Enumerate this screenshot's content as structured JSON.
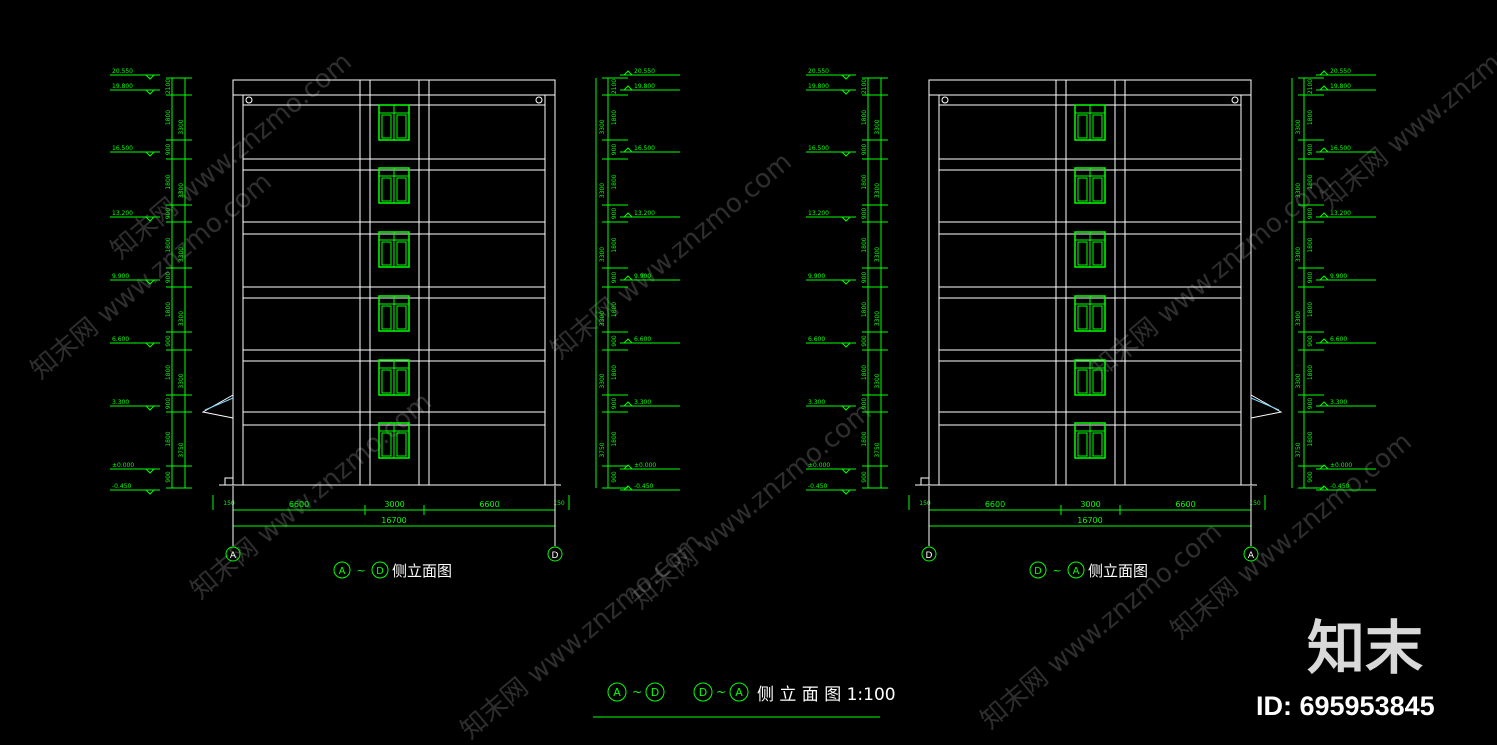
{
  "colors": {
    "background": "#000000",
    "lines": "#ffffff",
    "dimensions": "#00ff00",
    "windows": "#00ff00",
    "watermark": "#ffffff"
  },
  "elevation_left": {
    "title_left_axis": "A",
    "title_right_axis": "D",
    "title_tilde": "~",
    "title_text": "侧立面图",
    "axis_left": "A",
    "axis_right": "D",
    "dim_segments": [
      "6600",
      "3000",
      "6600"
    ],
    "dim_total": "16700",
    "dim_side": "150",
    "levels_left": [
      "20.550",
      "19.800",
      "16.500",
      "13.200",
      "9.900",
      "6.600",
      "3.300",
      "±0.000",
      "-0.450"
    ],
    "levels_right": [
      "20.550",
      "19.800",
      "16.500",
      "13.200",
      "9.900",
      "6.600",
      "3.300",
      "±0.000",
      "-0.450"
    ],
    "dims_inner": [
      "2100",
      "1800",
      "900",
      "1800",
      "900",
      "1800",
      "900",
      "1800",
      "900",
      "1800",
      "900",
      "1800",
      "900"
    ],
    "dims_outer": [
      "3300",
      "3300",
      "3300",
      "3300",
      "3300",
      "3750"
    ]
  },
  "elevation_right": {
    "title_left_axis": "D",
    "title_right_axis": "A",
    "title_tilde": "~",
    "title_text": "侧立面图",
    "axis_left": "D",
    "axis_right": "A",
    "dim_segments": [
      "6600",
      "3000",
      "6600"
    ],
    "dim_total": "16700",
    "dim_side": "150",
    "levels_left": [
      "20.550",
      "19.800",
      "16.500",
      "13.200",
      "9.900",
      "6.600",
      "3.300",
      "±0.000",
      "-0.450"
    ],
    "levels_right": [
      "20.550",
      "19.800",
      "16.500",
      "13.200",
      "9.900",
      "6.600",
      "3.300",
      "±0.000",
      "-0.450"
    ],
    "dims_inner": [
      "2100",
      "1800",
      "900",
      "1800",
      "900",
      "1800",
      "900",
      "1800",
      "900",
      "1800",
      "900",
      "1800",
      "900"
    ],
    "dims_outer": [
      "3300",
      "3300",
      "3300",
      "3300",
      "3300",
      "3750"
    ]
  },
  "sheet_title": {
    "axis_1": "A",
    "tilde_1": "~",
    "axis_2": "D",
    "axis_3": "D",
    "tilde_2": "~",
    "axis_4": "A",
    "text": "侧 立 面 图 1:100"
  },
  "watermark": {
    "site": "知末网 www.znzmo.com",
    "brand": "知末",
    "id_label": "ID: 695953845"
  }
}
